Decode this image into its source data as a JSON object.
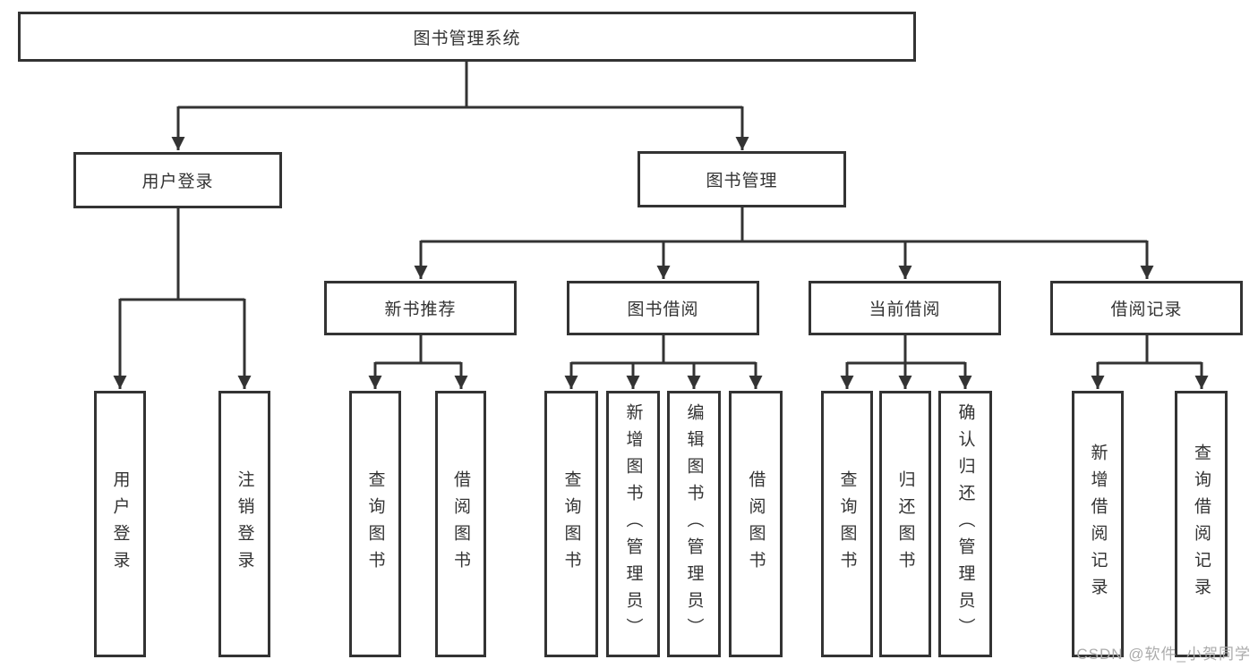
{
  "diagram_type": "hierarchy-tree",
  "colors": {
    "line": "#333333",
    "box_border": "#333333",
    "text": "#333333",
    "watermark": "#ababab",
    "background": "#ffffff"
  },
  "watermark": {
    "text": "CSDN @软件_小贺同学"
  },
  "tree": {
    "label": "图书管理系统",
    "children": [
      {
        "label": "用户登录",
        "children": [
          {
            "label": "用户登录"
          },
          {
            "label": "注销登录"
          }
        ]
      },
      {
        "label": "图书管理",
        "children": [
          {
            "label": "新书推荐",
            "children": [
              {
                "label": "查询图书"
              },
              {
                "label": "借阅图书"
              }
            ]
          },
          {
            "label": "图书借阅",
            "children": [
              {
                "label": "查询图书"
              },
              {
                "label": "新增图书（管理员）"
              },
              {
                "label": "编辑图书（管理员）"
              },
              {
                "label": "借阅图书"
              }
            ]
          },
          {
            "label": "当前借阅",
            "children": [
              {
                "label": "查询图书"
              },
              {
                "label": "归还图书"
              },
              {
                "label": "确认归还（管理员）"
              }
            ]
          },
          {
            "label": "借阅记录",
            "children": [
              {
                "label": "新增借阅记录"
              },
              {
                "label": "查询借阅记录"
              }
            ]
          }
        ]
      }
    ]
  }
}
